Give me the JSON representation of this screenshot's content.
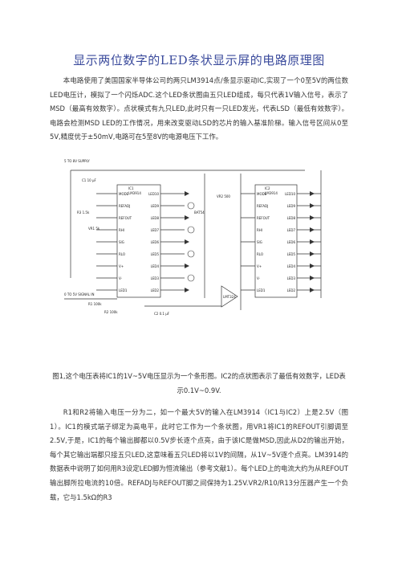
{
  "title": "显示两位数字的LED条状显示屏的电路原理图",
  "paragraph1": "本电路使用了美国国家半导体公司的两只LM3914点/条显示驱动IC,实现了一个0至5V的两位数LED电压计，模拟了一个闪烁ADC.这个LED条状图由五只LED组成，每只代表1V输入信号，表示了MSD（最高有效数字）。点状模式有九只LED,此时只有一只LED发光，代表LSD（最低有效数字）。电路会检测MSD LED的工作情况，用来改变驱动LSD的芯片的输入基准阶梯。输入信号区间从0至5V,精度优于±50mV,电路可在5至8V的电源电压下工作。",
  "caption": "图1,这个电压表将IC1的1V~5V电压显示为一个条形图。IC2的点状图表示了最低有效数字，LED表示0.1V~0.9V.",
  "paragraph2": "R1和R2将输入电压一分为二，如一个最大5V的输入在LM3914（IC1与IC2）上是2.5V（图1）。IC1的模式端子绑定为高电平，此时它工作为一个条状图，用VR1将IC1的REFOUT引脚调至2.5V,于是，IC1的每个输出脚都以0.5V步长逐个点亮，由于该IC是做MSD,因此从D2的输出开始，每个其它输出端都只接五只LED,这意味着五只LED将以1V的间隔，从1V~5V逐个点亮。LM3914的数据表中说明了如何用R3设定LED脚为恒流输出（参考文献1）。每个LED上的电流大约为从REFOUT输出脚所拉电流的10倍。REFADJ与REFOUT脚之间保持为1.25V.VR2/R10/R13分压器产生一个负载，它与1.5kΩ的R3",
  "schematic": {
    "supply_label": "5 TO 8V SUPPLY",
    "input_label": "0 TO 5V SIGNAL IN",
    "ic1": {
      "name": "IC1",
      "part": "LM3914",
      "left_pins": [
        "MODE",
        "REFADJ",
        "REFOUT",
        "RHI",
        "SIG",
        "RLO",
        "V+",
        "V-",
        "LED1"
      ],
      "right_pins": [
        "LED10",
        "LED9",
        "LED8",
        "LED7",
        "LED6",
        "LED5",
        "LED4",
        "LED3",
        "LED2"
      ]
    },
    "ic2": {
      "name": "IC2",
      "part": "LM3914",
      "left_pins": [
        "MODE",
        "REFADJ",
        "REFOUT",
        "RHI",
        "SIG",
        "RLO",
        "V+",
        "V-",
        "LED1"
      ],
      "right_pins": [
        "LED10",
        "LED9",
        "LED8",
        "LED7",
        "LED6",
        "LED5",
        "LED4",
        "LED3",
        "LED2"
      ]
    },
    "opamp": "LMT324",
    "diode": "BAT54",
    "labels": {
      "c1": "C1 10 μF",
      "c2": "C2 0.1 μF",
      "r3": "R3 1.5k",
      "vr1": "VR1 5k",
      "vr2": "VR2 500",
      "r1": "R1 100k",
      "r2": "R2 100k"
    }
  }
}
